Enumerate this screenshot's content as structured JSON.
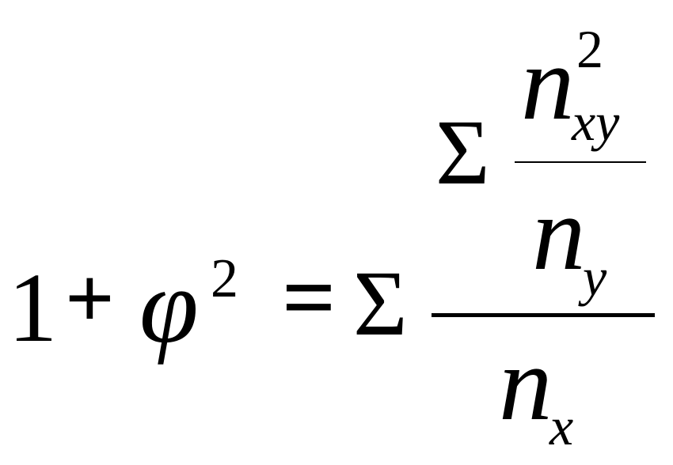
{
  "formula": {
    "lhs": {
      "one": "1",
      "plus": "+",
      "phi": "φ",
      "phi_exponent": "2"
    },
    "equals": "=",
    "outer_sum": "Σ",
    "numerator": {
      "inner_sum": "Σ",
      "inner_fraction": {
        "numerator_base": "n",
        "numerator_subscript": "xy",
        "numerator_exponent": "2",
        "denominator_base": "n",
        "denominator_subscript": "y"
      }
    },
    "denominator": {
      "base": "n",
      "subscript": "x"
    }
  }
}
